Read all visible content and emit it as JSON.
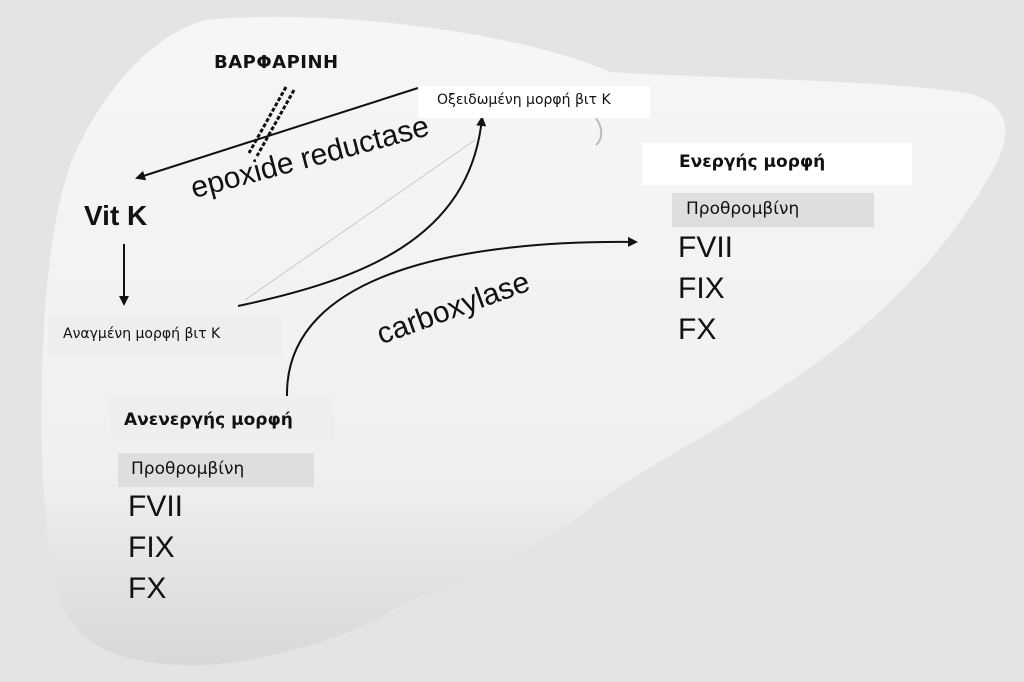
{
  "drug": "ΒΑΡΦΑΡΙΝΗ",
  "vitk": "Vit K",
  "oxidized": "Οξειδωμένη μορφή βιτ K",
  "reduced": "Αναγμένη μορφή βιτ K",
  "enzymes": {
    "epoxide": "epoxide reductase",
    "carboxylase": "carboxylase"
  },
  "inactive": {
    "title": "Ανενεργής μορφή",
    "prothrombin": "Προθρομβίνη",
    "factors": [
      "FVII",
      "FIX",
      "FX"
    ]
  },
  "active": {
    "title": "Ενεργής μορφή",
    "prothrombin": "Προθρομβίνη",
    "factors": [
      "FVII",
      "FIX",
      "FX"
    ]
  },
  "colors": {
    "liver_fill": "#f4f4f4",
    "background": "#e4e4e4",
    "arrow": "#111111"
  }
}
